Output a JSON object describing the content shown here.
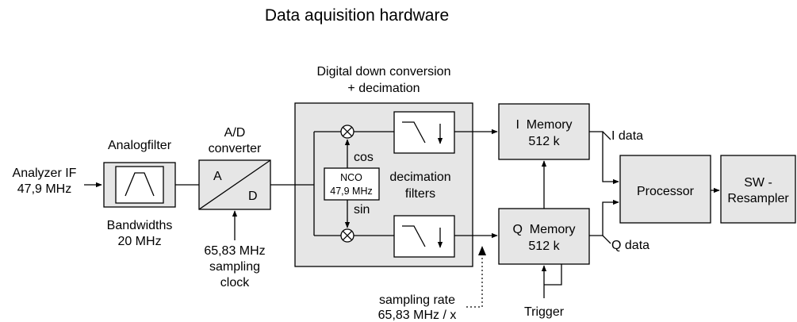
{
  "title": "Data aquisition hardware",
  "input": {
    "line1": "Analyzer IF",
    "line2": "47,9 MHz"
  },
  "analog_filter": {
    "label": "Analogfilter",
    "bw_line1": "Bandwidths",
    "bw_line2": "20 MHz"
  },
  "adc": {
    "label_line1": "A/D",
    "label_line2": "converter",
    "a": "A",
    "d": "D"
  },
  "sampling_clock": {
    "line1": "65,83 MHz",
    "line2": "sampling",
    "line3": "clock"
  },
  "ddc": {
    "label_line1": "Digital down conversion",
    "label_line2": "+ decimation"
  },
  "nco": {
    "line1": "NCO",
    "line2": "47,9 MHz",
    "cos": "cos",
    "sin": "sin"
  },
  "decimation": {
    "line1": "decimation",
    "line2": "filters"
  },
  "i_memory": {
    "line1": "I  Memory",
    "line2": "512 k",
    "out": "I data"
  },
  "q_memory": {
    "line1": "Q  Memory",
    "line2": "512 k",
    "out": "Q data"
  },
  "processor": {
    "label": "Processor"
  },
  "resampler": {
    "line1": "SW -",
    "line2": "Resampler"
  },
  "sampling_rate": {
    "line1": "sampling rate",
    "line2": "65,83 MHz / x"
  },
  "trigger": {
    "label": "Trigger"
  }
}
